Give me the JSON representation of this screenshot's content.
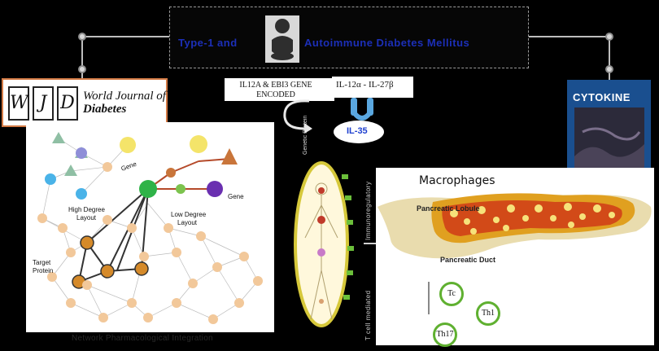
{
  "title": {
    "left": "Type-1 and",
    "right": "Autoimmune Diabetes Mellitus"
  },
  "journal": {
    "letters": [
      "W",
      "J",
      "D"
    ],
    "name_line1": "World Journal of",
    "name_line2": "Diabetes"
  },
  "network": {
    "labels": {
      "gene_top": "Gene",
      "gene_right": "Gene",
      "high_degree": "High Degree",
      "high_degree_2": "Layout",
      "low_degree": "Low Degree",
      "low_degree_2": "Layout",
      "target": "Target",
      "target_2": "Protein"
    },
    "caption": "Network Pharmacological Integration"
  },
  "gene_encoded": "IL12A & EBI3 GENE ENCODED",
  "interleukin": {
    "label": "IL-12α - IL-27β",
    "product": "IL-35"
  },
  "genetic_protein_label": "Genetic Protein",
  "cytokine_journal": "CYTOKINE",
  "macrophages": {
    "title": "Macrophages",
    "lobule": "Pancreatic Lobule",
    "duct": "Pancreatic Duct"
  },
  "vertical_labels": {
    "upper": "Immunoregulatory",
    "lower": "T cell mediated"
  },
  "cells": [
    "Tc",
    "Th1",
    "Th17"
  ],
  "colors": {
    "title_text": "#1c2fb8",
    "il35_text": "#1d3fcf",
    "cell_ring": "#5fb030",
    "cytokine_cover": "#1a4f8f",
    "journal_border": "#d37a45"
  }
}
